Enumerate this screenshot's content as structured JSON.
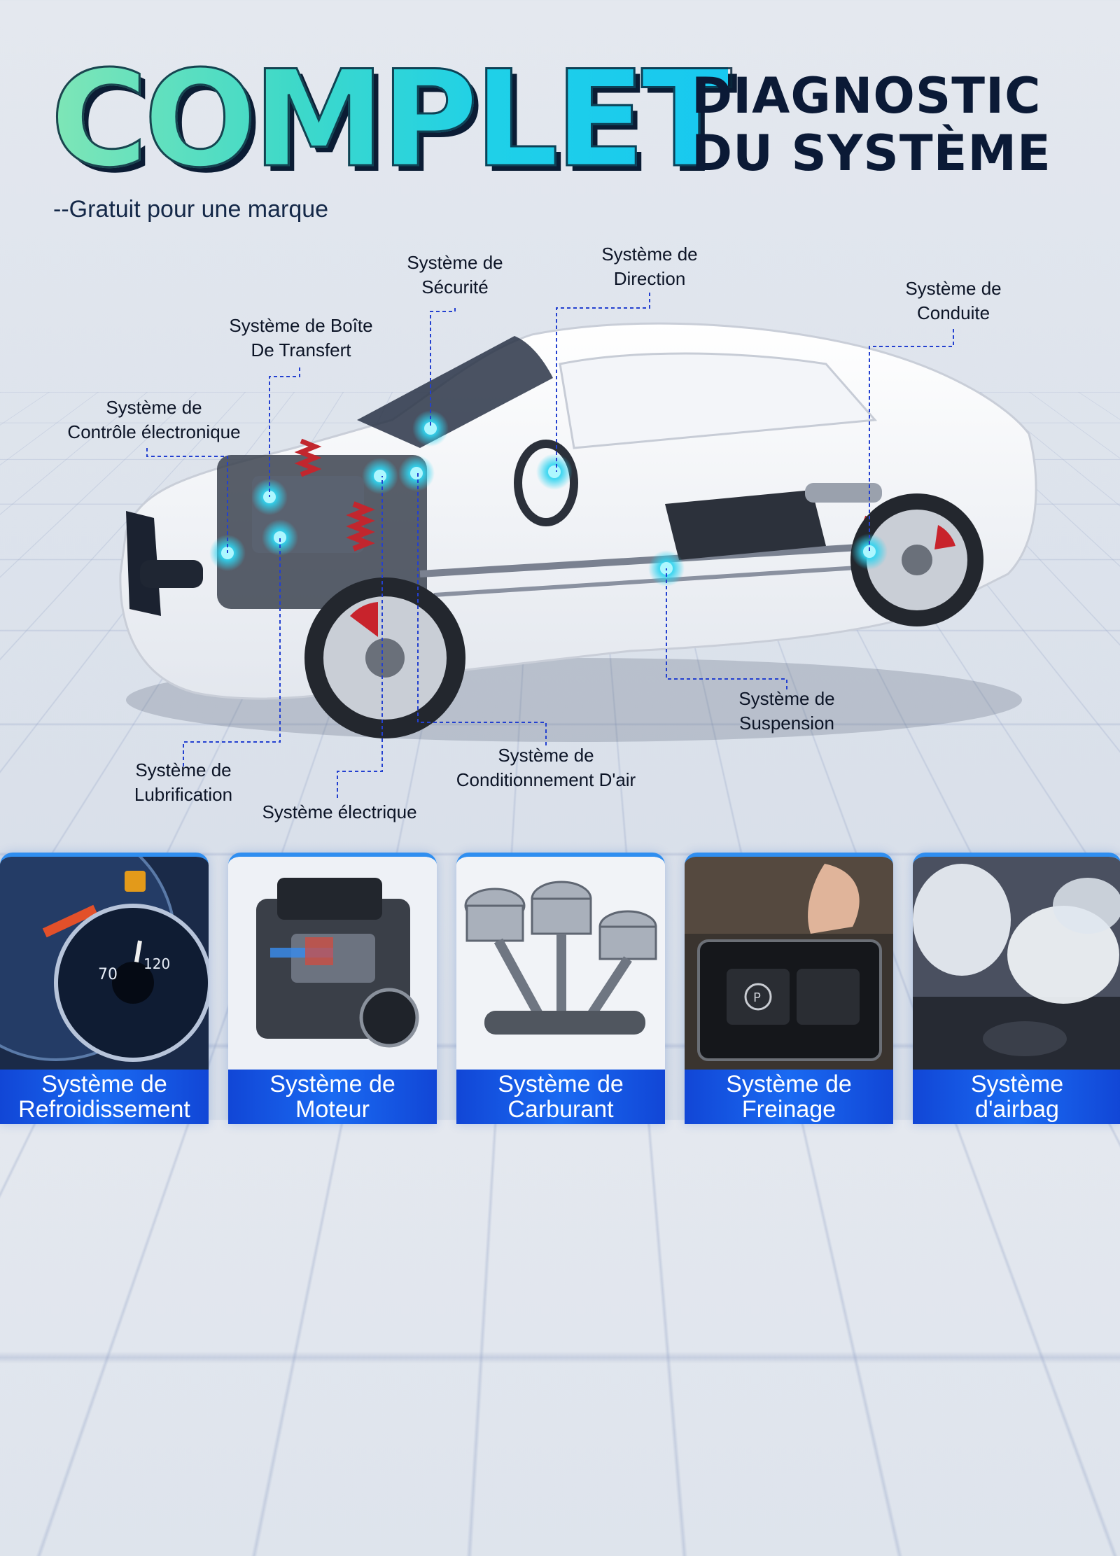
{
  "header": {
    "headline": "COMPLET",
    "subhead_line1": "DIAGNOSTIC",
    "subhead_line2": "DU SYSTÈME",
    "tagline": "--Gratuit pour une marque"
  },
  "labels": {
    "securite": [
      "Système de",
      "Sécurité"
    ],
    "direction": [
      "Système de",
      "Direction"
    ],
    "conduite": [
      "Système de",
      "Conduite"
    ],
    "boite": [
      "Système de Boîte",
      "De Transfert"
    ],
    "controle": [
      "Système de",
      "Contrôle électronique"
    ],
    "suspension": [
      "Système de",
      "Suspension"
    ],
    "climatisation": [
      "Système de",
      "Conditionnement D'air"
    ],
    "lubrification": [
      "Système de",
      "Lubrification"
    ],
    "electrique": [
      "Système électrique"
    ]
  },
  "cards": [
    {
      "line1": "Système de",
      "line2": "Refroidissement",
      "icon": "gauge-icon"
    },
    {
      "line1": "Système de",
      "line2": "Moteur",
      "icon": "engine-icon"
    },
    {
      "line1": "Système de",
      "line2": "Carburant",
      "icon": "pistons-icon"
    },
    {
      "line1": "Système de",
      "line2": "Freinage",
      "icon": "brake-button-icon"
    },
    {
      "line1": "Système",
      "line2": "d'airbag",
      "icon": "airbag-icon"
    }
  ],
  "colors": {
    "accent_cyan": "#1fd0e8",
    "accent_green": "#7fe6b6",
    "navy": "#0b1a36",
    "caption_blue": "#1a6af2",
    "hotspot": "#2fd4f0"
  }
}
